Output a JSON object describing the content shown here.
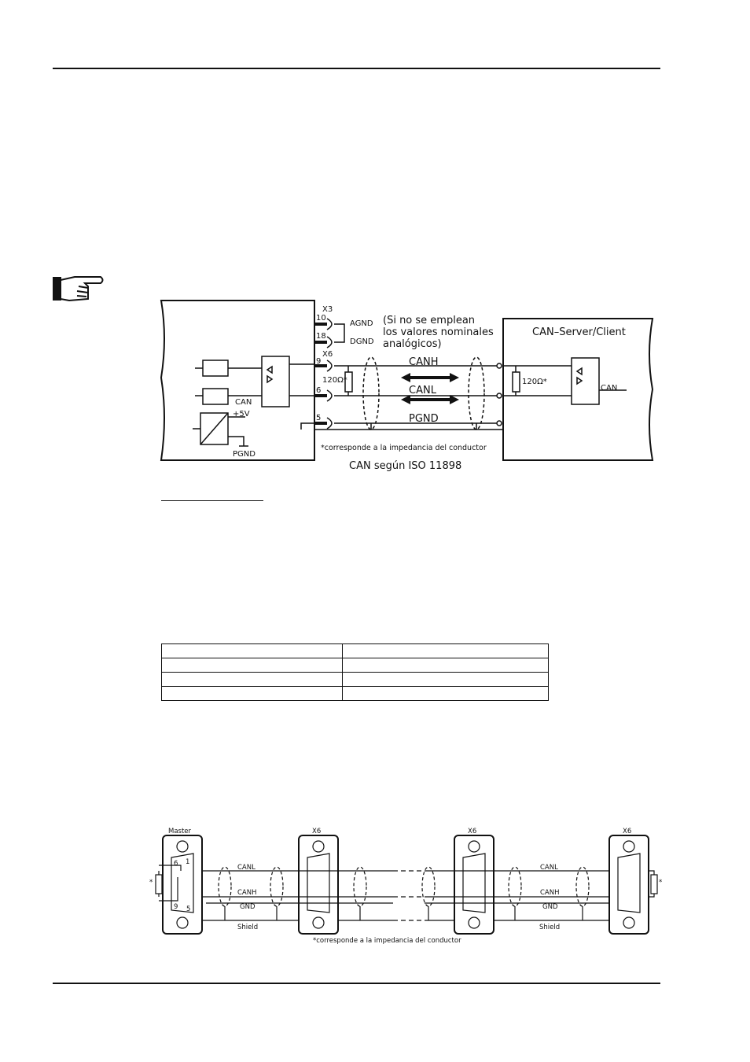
{
  "diagram1": {
    "x3": "X3",
    "pin10": "10",
    "pin18": "18",
    "agnd": "AGND",
    "dgnd": "DGND",
    "note_line1": "(Si no se emplean",
    "note_line2": "los valores nominales",
    "note_line3": "analógicos)",
    "x6": "X6",
    "pin9": "9",
    "pin6": "6",
    "pin5": "5",
    "res_left": "120Ω*",
    "res_right": "120Ω*",
    "canh": "CANH",
    "canl": "CANL",
    "pgnd": "PGND",
    "can_left": "CAN",
    "plus5v": "+5V",
    "pgnd_left": "PGND",
    "server": "CAN–Server/Client",
    "can_right": "CAN",
    "footnote": "*corresponde a la impedancia del conductor",
    "caption": "CAN según ISO 11898"
  },
  "diagram2": {
    "master": "Master",
    "x6_a": "X6",
    "x6_b": "X6",
    "x6_c": "X6",
    "canl": "CANL",
    "canh": "CANH",
    "gnd": "GND",
    "shield": "Shield",
    "pin6": "6",
    "pin1": "1",
    "pin9": "9",
    "pin5": "5",
    "star": "*",
    "footnote": "*corresponde a la impedancia del conductor"
  }
}
